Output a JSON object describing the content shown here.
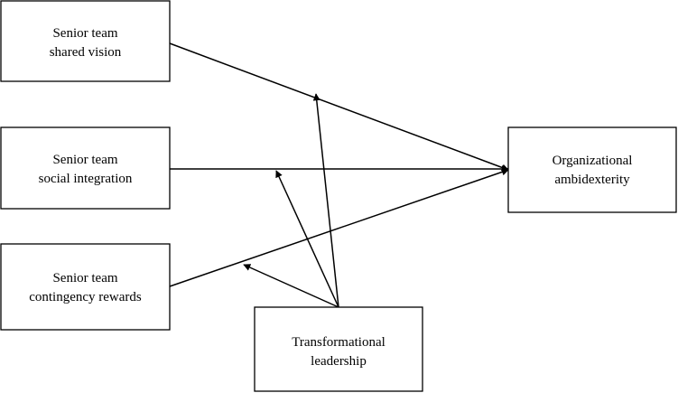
{
  "nodes": {
    "shared_vision": {
      "lines": [
        "Senior team",
        "shared vision"
      ]
    },
    "social_integration": {
      "lines": [
        "Senior team",
        "social integration"
      ]
    },
    "contingency_rewards": {
      "lines": [
        "Senior team",
        "contingency rewards"
      ]
    },
    "ambidexterity": {
      "lines": [
        "Organizational",
        "ambidexterity"
      ]
    },
    "transformational": {
      "lines": [
        "Transformational",
        "leadership"
      ]
    }
  },
  "edges": [
    {
      "from": "shared_vision",
      "to": "ambidexterity",
      "kind": "direct effect"
    },
    {
      "from": "social_integration",
      "to": "ambidexterity",
      "kind": "direct effect"
    },
    {
      "from": "contingency_rewards",
      "to": "ambidexterity",
      "kind": "direct effect"
    },
    {
      "from": "transformational",
      "to": "shared_vision→ambidexterity",
      "kind": "moderation"
    },
    {
      "from": "transformational",
      "to": "social_integration→ambidexterity",
      "kind": "moderation"
    },
    {
      "from": "transformational",
      "to": "contingency_rewards→ambidexterity",
      "kind": "moderation"
    }
  ],
  "colors": {
    "line": "#000000",
    "box_fill": "#ffffff"
  }
}
